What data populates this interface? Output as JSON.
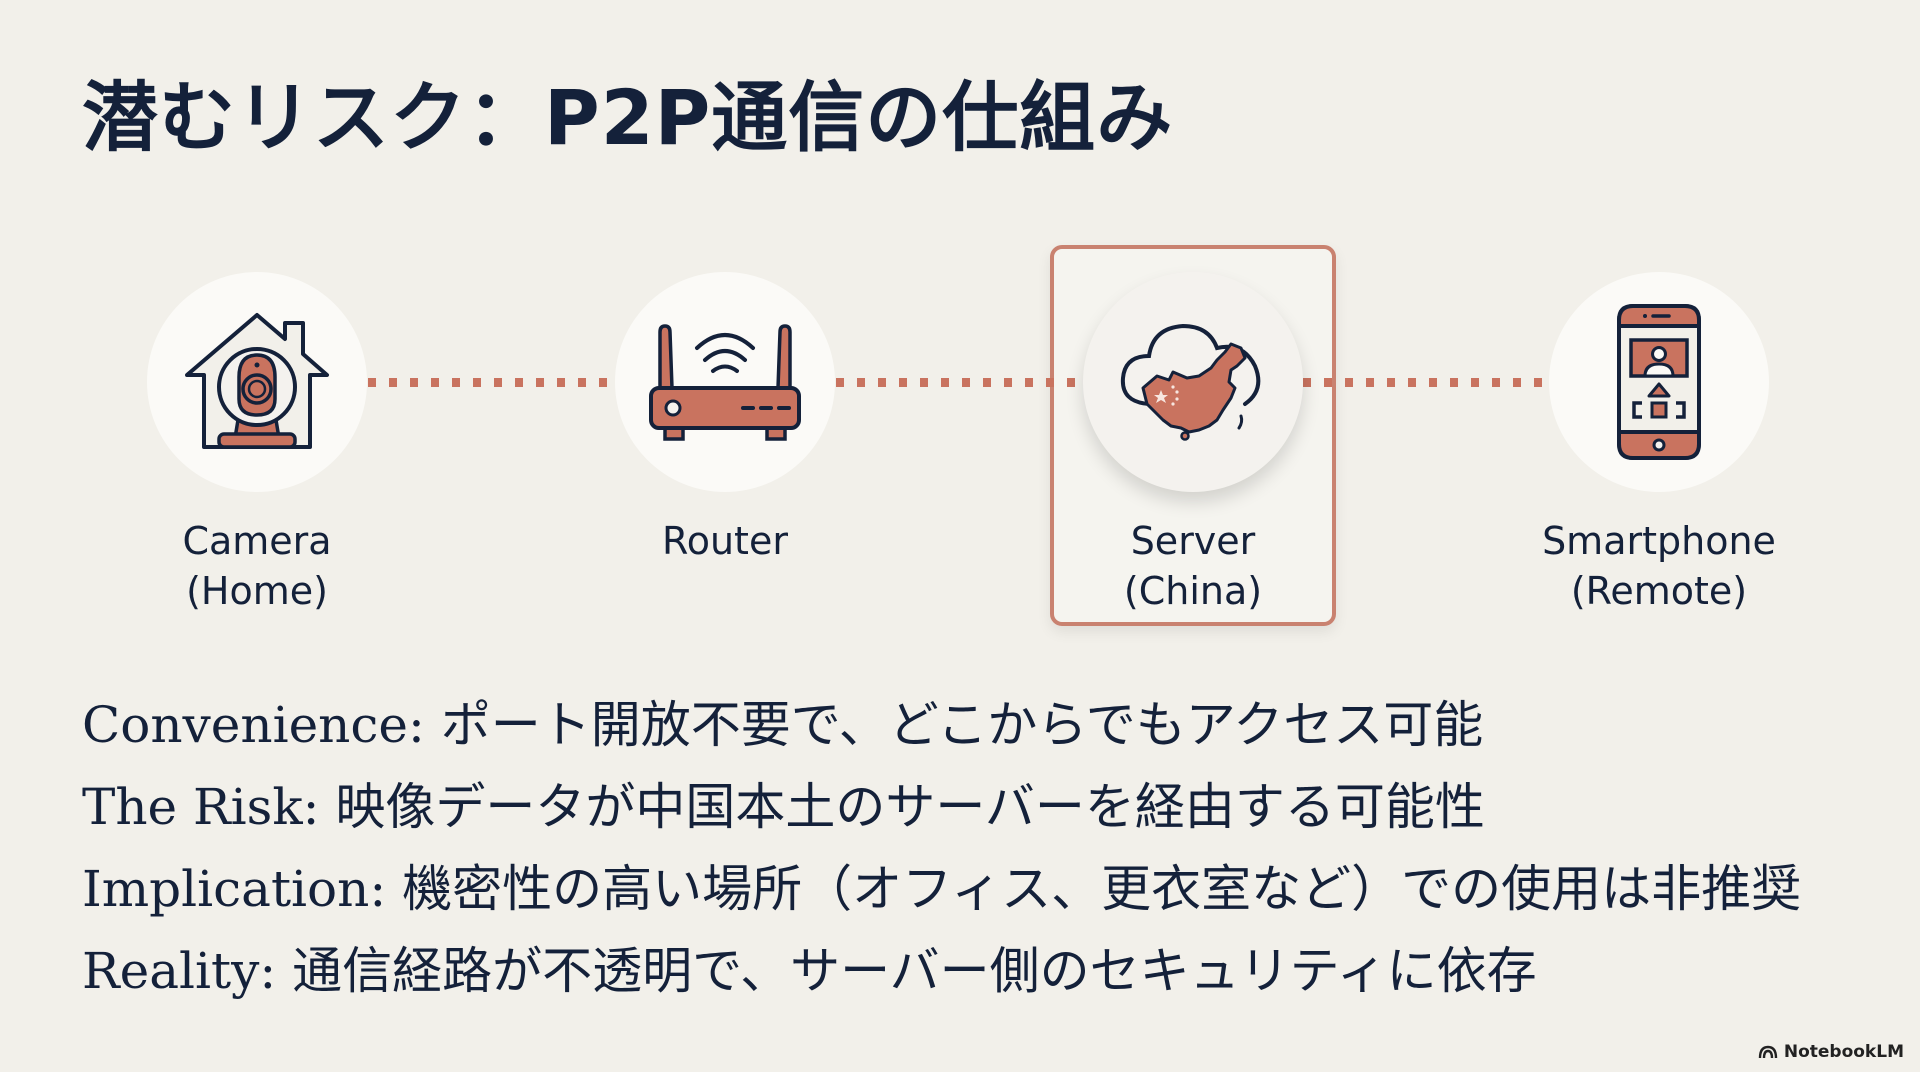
{
  "title": "潜むリスク：P2P通信の仕組み",
  "colors": {
    "background": "#F2F0EA",
    "text": "#14213A",
    "accent": "#C9735F",
    "highlight_border": "#C98270"
  },
  "diagram": {
    "nodes": [
      {
        "icon": "home-camera-icon",
        "label_line1": "Camera",
        "label_line2": "(Home)"
      },
      {
        "icon": "router-icon",
        "label_line1": "Router",
        "label_line2": ""
      },
      {
        "icon": "china-cloud-server-icon",
        "label_line1": "Server",
        "label_line2": "(China)",
        "highlighted": true
      },
      {
        "icon": "smartphone-icon",
        "label_line1": "Smartphone",
        "label_line2": "(Remote)"
      }
    ]
  },
  "bullets": [
    {
      "key": "Convenience:",
      "text": "ポート開放不要で、どこからでもアクセス可能"
    },
    {
      "key": "The Risk:",
      "text": "映像データが中国本土のサーバーを経由する可能性"
    },
    {
      "key": "Implication:",
      "text": "機密性の高い場所（オフィス、更衣室など）での使用は非推奨"
    },
    {
      "key": "Reality:",
      "text": "通信経路が不透明で、サーバー側のセキュリティに依存"
    }
  ],
  "watermark": "NotebookLM"
}
